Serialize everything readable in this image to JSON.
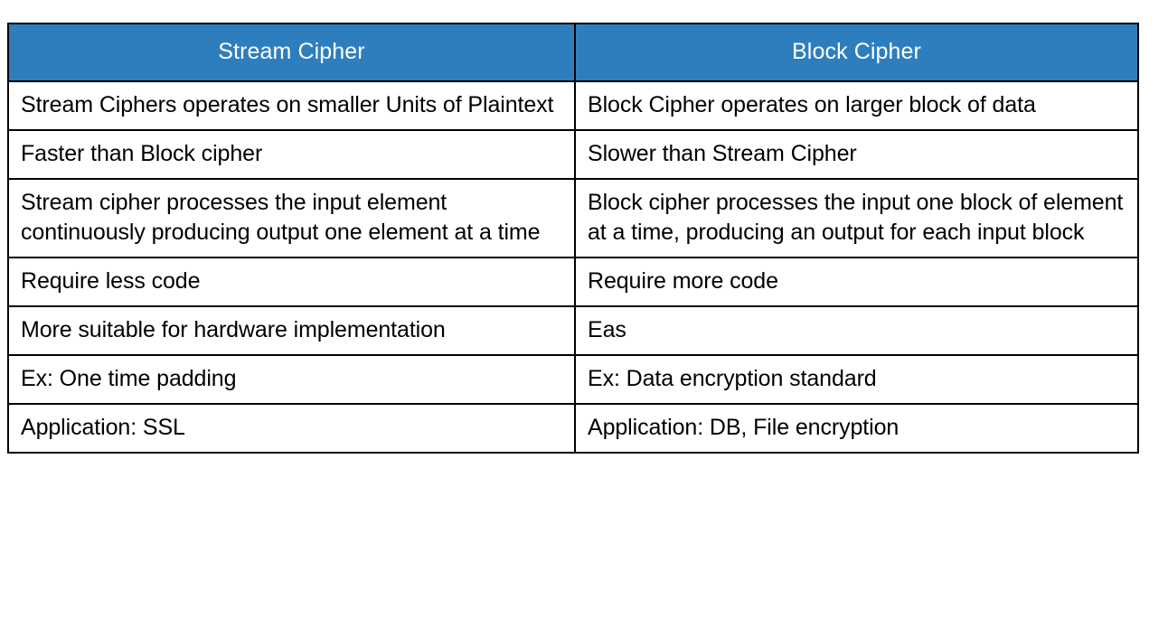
{
  "document": {
    "title": "Stream Cipher vs Block Cipher comparison table",
    "accent_color": "#2e7ebe",
    "header_text_color": "#ffffff",
    "body_text_color": "#000000",
    "border_color": "#000000",
    "background_color": "#ffffff"
  },
  "table": {
    "columns": [
      {
        "key": "stream",
        "header": "Stream Cipher"
      },
      {
        "key": "block",
        "header": "Block Cipher"
      }
    ],
    "rows": [
      {
        "stream": "Stream Ciphers operates on smaller Units of Plaintext",
        "block": "Block Cipher operates on larger block of data"
      },
      {
        "stream": "Faster than Block cipher",
        "block": "Slower than Stream Cipher"
      },
      {
        "stream": "Stream cipher processes the input element continuously producing output one element at a time",
        "block": "Block cipher processes the input one block of element at a time, producing an output for each input block"
      },
      {
        "stream": "Require less code",
        "block": "Require more code"
      },
      {
        "stream": "More suitable for hardware implementation",
        "block": "Eas"
      },
      {
        "stream": "Ex: One time padding",
        "block": "Ex: Data encryption standard"
      },
      {
        "stream": "Application: SSL",
        "block": "Application: DB, File encryption"
      }
    ]
  }
}
